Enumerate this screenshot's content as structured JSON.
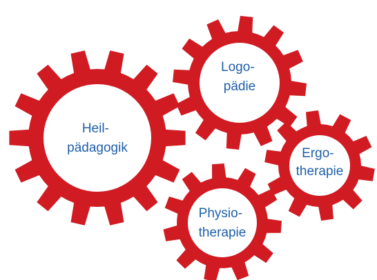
{
  "colors": {
    "gear": "#d01b22",
    "center": "#ffffff",
    "text": "#1f5fa8"
  },
  "gears": [
    {
      "id": "heil",
      "lines": [
        "Heil-",
        "pädagogik"
      ]
    },
    {
      "id": "logo",
      "lines": [
        "Logo-",
        "pädie"
      ]
    },
    {
      "id": "ergo",
      "lines": [
        "Ergo-",
        "therapie"
      ]
    },
    {
      "id": "physio",
      "lines": [
        "Physio-",
        "therapie"
      ]
    }
  ]
}
